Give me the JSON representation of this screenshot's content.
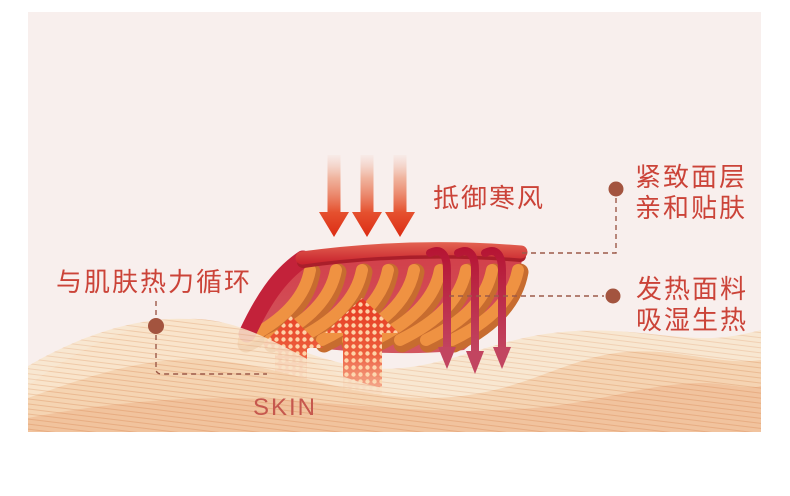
{
  "page": {
    "background": "#ffffff",
    "panel_background": "#f8efed"
  },
  "annotations": {
    "wind_label": "抵御寒风",
    "surface_layer": {
      "line1": "紧致面层",
      "line2": "亲和贴肤"
    },
    "circulation_label": "与肌肤热力循环",
    "heating_fabric": {
      "line1": "发热面料",
      "line2": "吸湿生热"
    },
    "skin_label": "SKIN"
  },
  "colors": {
    "label_red": "#cb4338",
    "skin_text_red": "#c6584e",
    "callout_dot": "#a3543f",
    "callout_dash": "#9c5a49",
    "fabric_bar_red": "#c9242e",
    "fabric_panel_red": "#d23f49",
    "fabric_rib_orange": "#ef9242",
    "moisture_arrow_crimson": "#b51332",
    "heat_arrow_red": "#e5371f",
    "cold_wind_red": "#dc2a12",
    "skin_wave_peach": "#f4cfab",
    "skin_wave_cream": "#f8e7d1"
  }
}
